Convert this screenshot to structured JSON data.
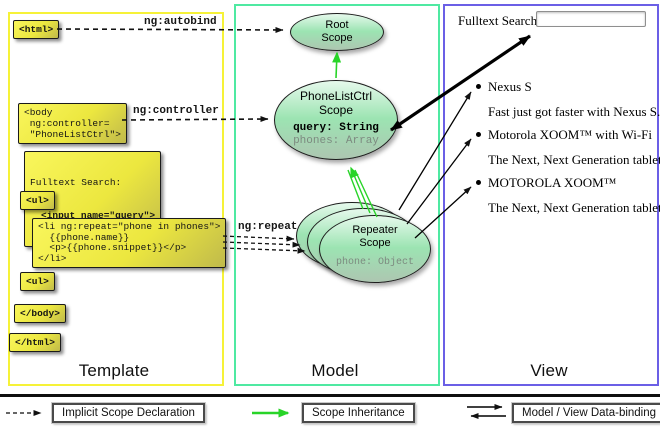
{
  "columns": {
    "template": "Template",
    "model": "Model",
    "view": "View"
  },
  "arrows": {
    "ng_autobind": "ng:autobind",
    "ng_controller": "ng:controller",
    "ng_repeat": "ng:repeat"
  },
  "template_code": {
    "html_open": "<html>",
    "body_open": "<body\n ng:controller=\n \"PhoneListCtrl\">",
    "fulltext_label": "Fulltext Search:",
    "fulltext_input": "<input name=\"query\">",
    "ul_open": "<ul>",
    "li_repeat": "<li ng:repeat=\"phone in phones\">\n  {{phone.name}}\n  <p>{{phone.snippet}}</p>\n</li>",
    "ul_close": "<ul>",
    "body_close": "</body>",
    "html_close": "</html>"
  },
  "model": {
    "root_scope": "Root\nScope",
    "phonelist_scope": "PhoneListCtrl\nScope",
    "query": "query: String",
    "phones": "phones: Array",
    "repeater_scope": "Repeater\nScope",
    "phone": "phone: Object"
  },
  "view": {
    "search_label": "Fulltext Search:",
    "search_value": "",
    "items": [
      {
        "name": "Nexus S",
        "snippet": "Fast just got faster with Nexus S."
      },
      {
        "name": "Motorola XOOM™ with Wi-Fi",
        "snippet": "The Next, Next Generation tablet."
      },
      {
        "name": "MOTOROLA XOOM™",
        "snippet": "The Next, Next Generation tablet."
      }
    ]
  },
  "legend": {
    "implicit": "Implicit Scope Declaration",
    "inheritance": "Scope Inheritance",
    "databinding": "Model / View Data-binding"
  },
  "colors": {
    "template_border": "#f6f238",
    "model_border": "#4fe9a2",
    "view_border": "#6b5fe6",
    "inheritance_green": "#28d428",
    "scope_fill_top": "#e6f9ec",
    "scope_fill_mid": "#9ce4b2",
    "code_box_yellow": "#f9f65c"
  }
}
